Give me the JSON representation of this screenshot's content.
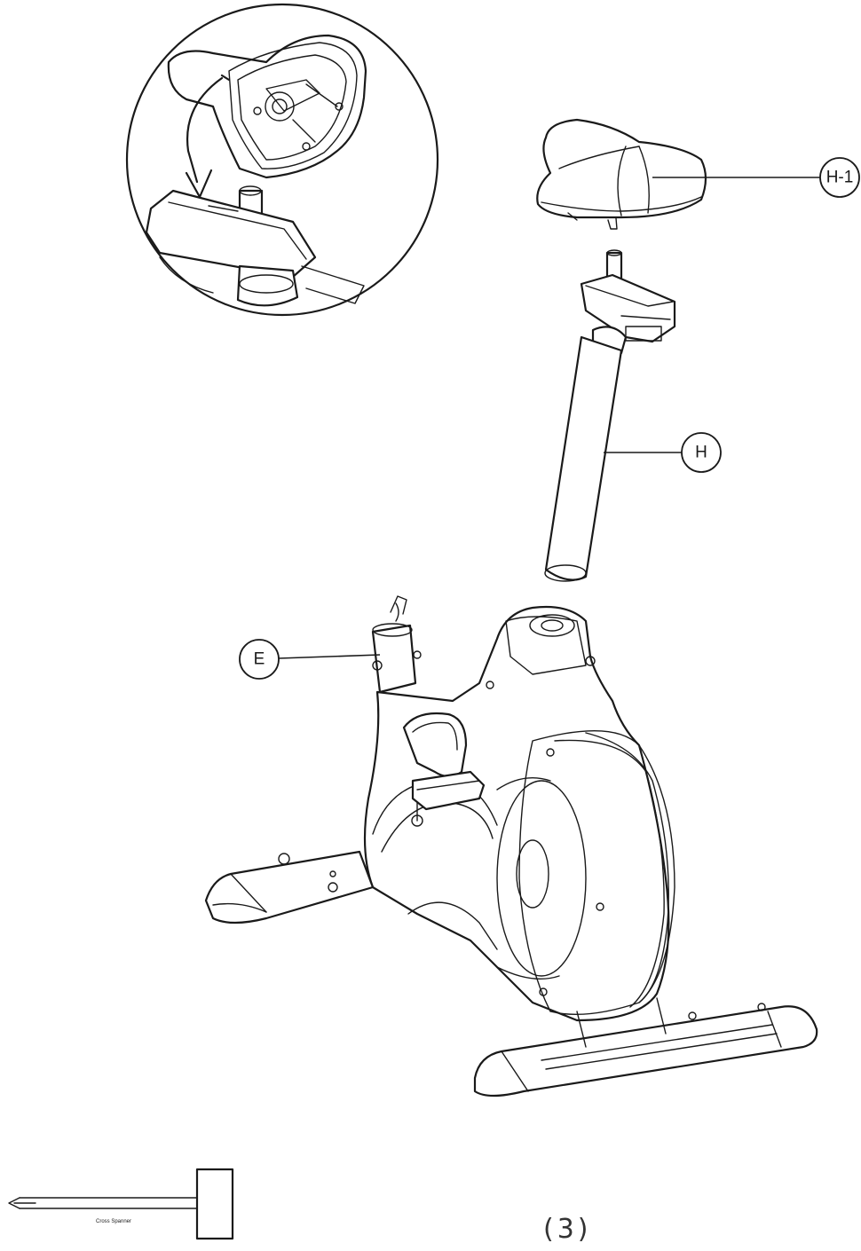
{
  "callouts": {
    "seat": "H-1",
    "seat_post": "H",
    "frame": "E"
  },
  "tool_label": "Cross Spanner",
  "page_number": "(3)"
}
